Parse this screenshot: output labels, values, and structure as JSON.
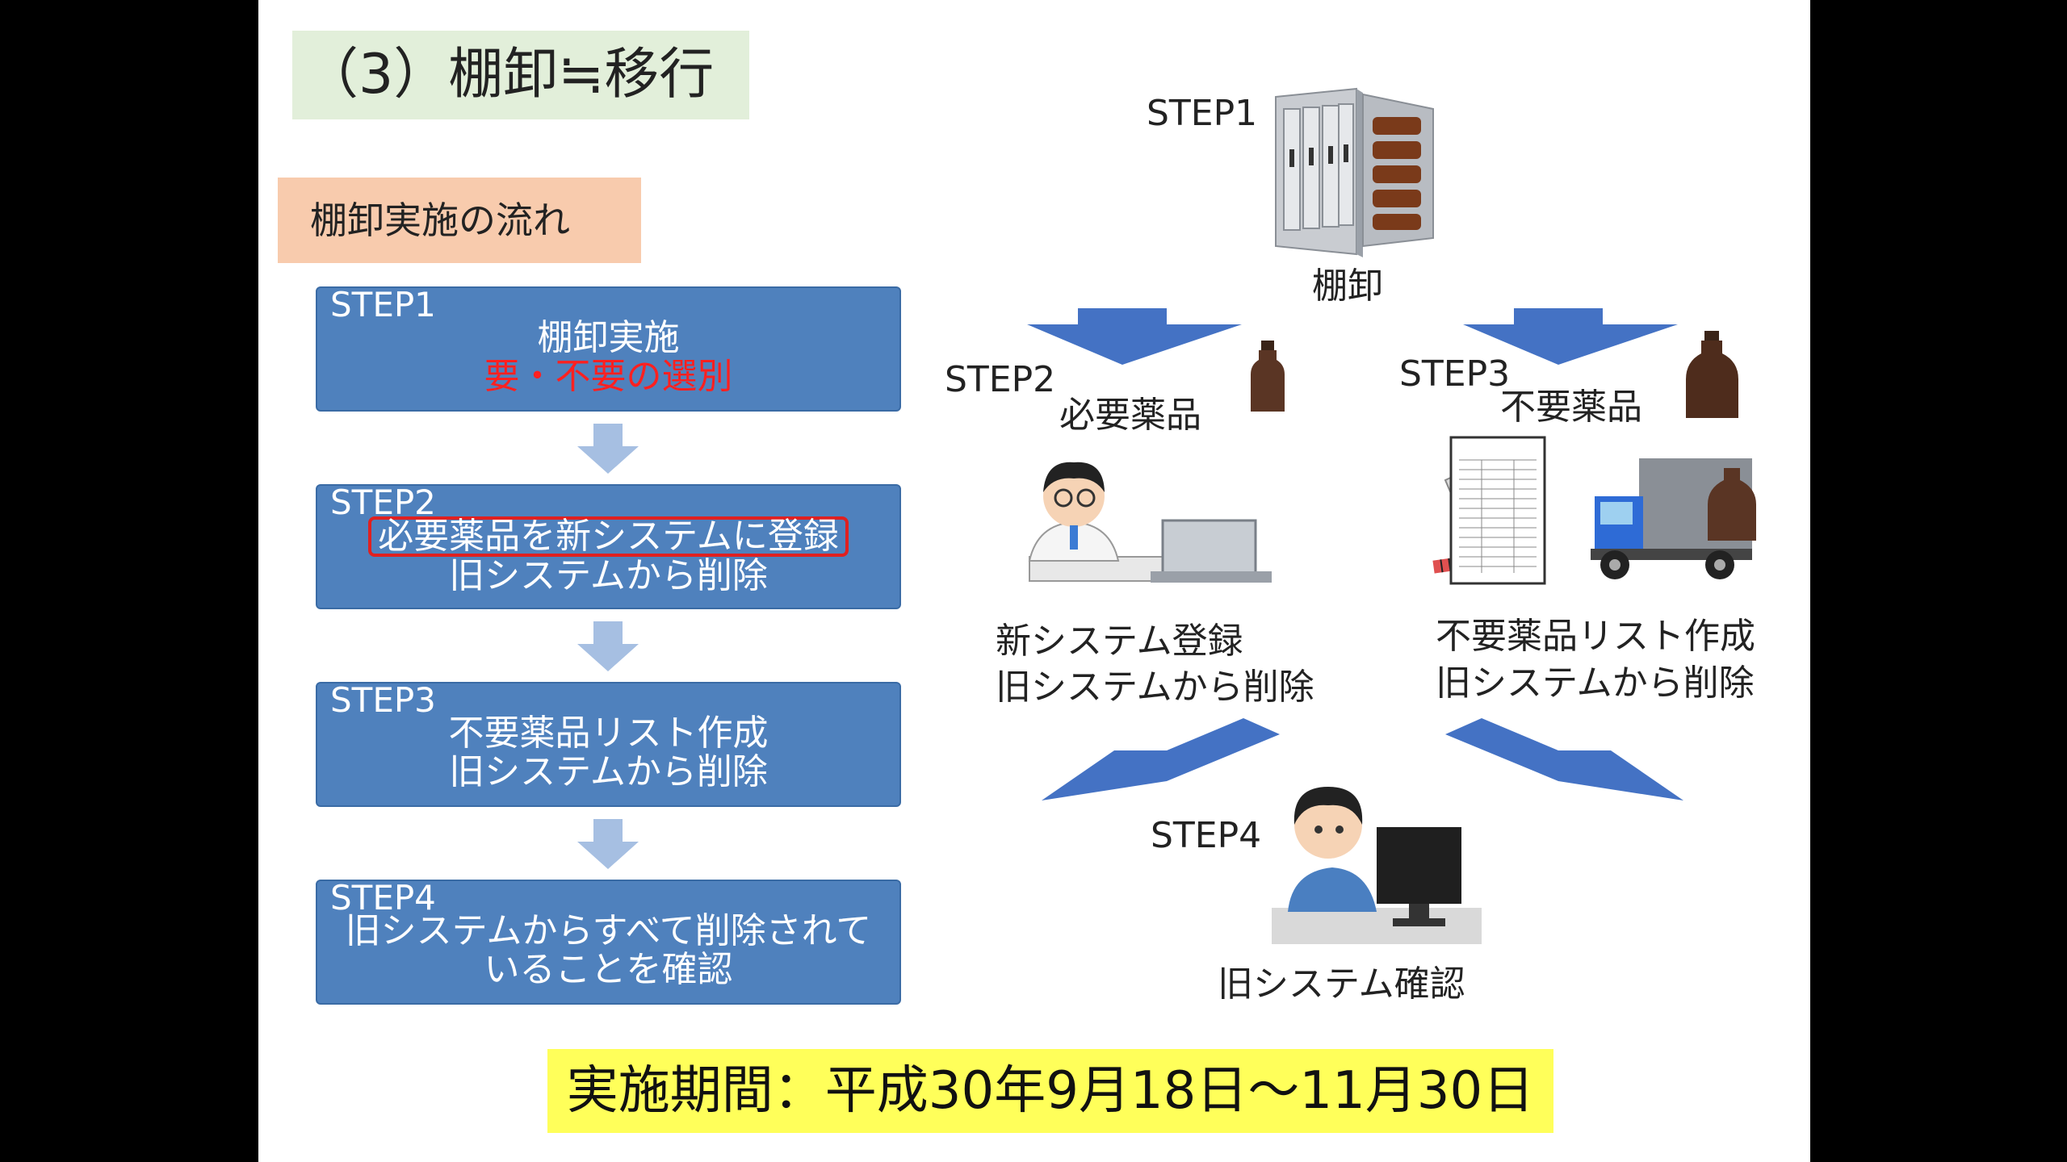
{
  "title": "（3）棚卸≒移行",
  "flow_label": "棚卸実施の流れ",
  "steps": [
    {
      "title": "STEP1",
      "line1": "棚卸実施",
      "line2": "要・不要の選別"
    },
    {
      "title": "STEP2",
      "line1": "必要薬品を新システムに登録",
      "line2": "旧システムから削除"
    },
    {
      "title": "STEP3",
      "line1": "不要薬品リスト作成",
      "line2": "旧システムから削除"
    },
    {
      "title": "STEP4",
      "line1": "旧システムからすべて削除されて",
      "line2": "いることを確認"
    }
  ],
  "diagram": {
    "step1": {
      "label": "STEP1",
      "caption": "棚卸"
    },
    "step2": {
      "label": "STEP2",
      "item": "必要薬品",
      "caption_line1": "新システム登録",
      "caption_line2": "旧システムから削除"
    },
    "step3": {
      "label": "STEP3",
      "item": "不要薬品",
      "caption_line1": "不要薬品リスト作成",
      "caption_line2": "旧システムから削除"
    },
    "step4": {
      "label": "STEP4",
      "caption": "旧システム確認"
    }
  },
  "period": "実施期間：平成30年9月18日～11月30日",
  "icons": [
    "cabinet-icon",
    "bottle-icon",
    "scientist-icon",
    "laptop-icon",
    "barcode-scanner-icon",
    "list-document-icon",
    "truck-icon",
    "operator-icon",
    "monitor-icon",
    "arrow-icon"
  ],
  "colors": {
    "step_box": "#4f81bd",
    "flow_arrow": "#a6bfe2",
    "diagram_arrow": "#4472c4",
    "title_bg": "#e2efda",
    "flow_label_bg": "#f8cbad",
    "period_bg": "#ffff5a",
    "emphasis": "#ff2020"
  }
}
